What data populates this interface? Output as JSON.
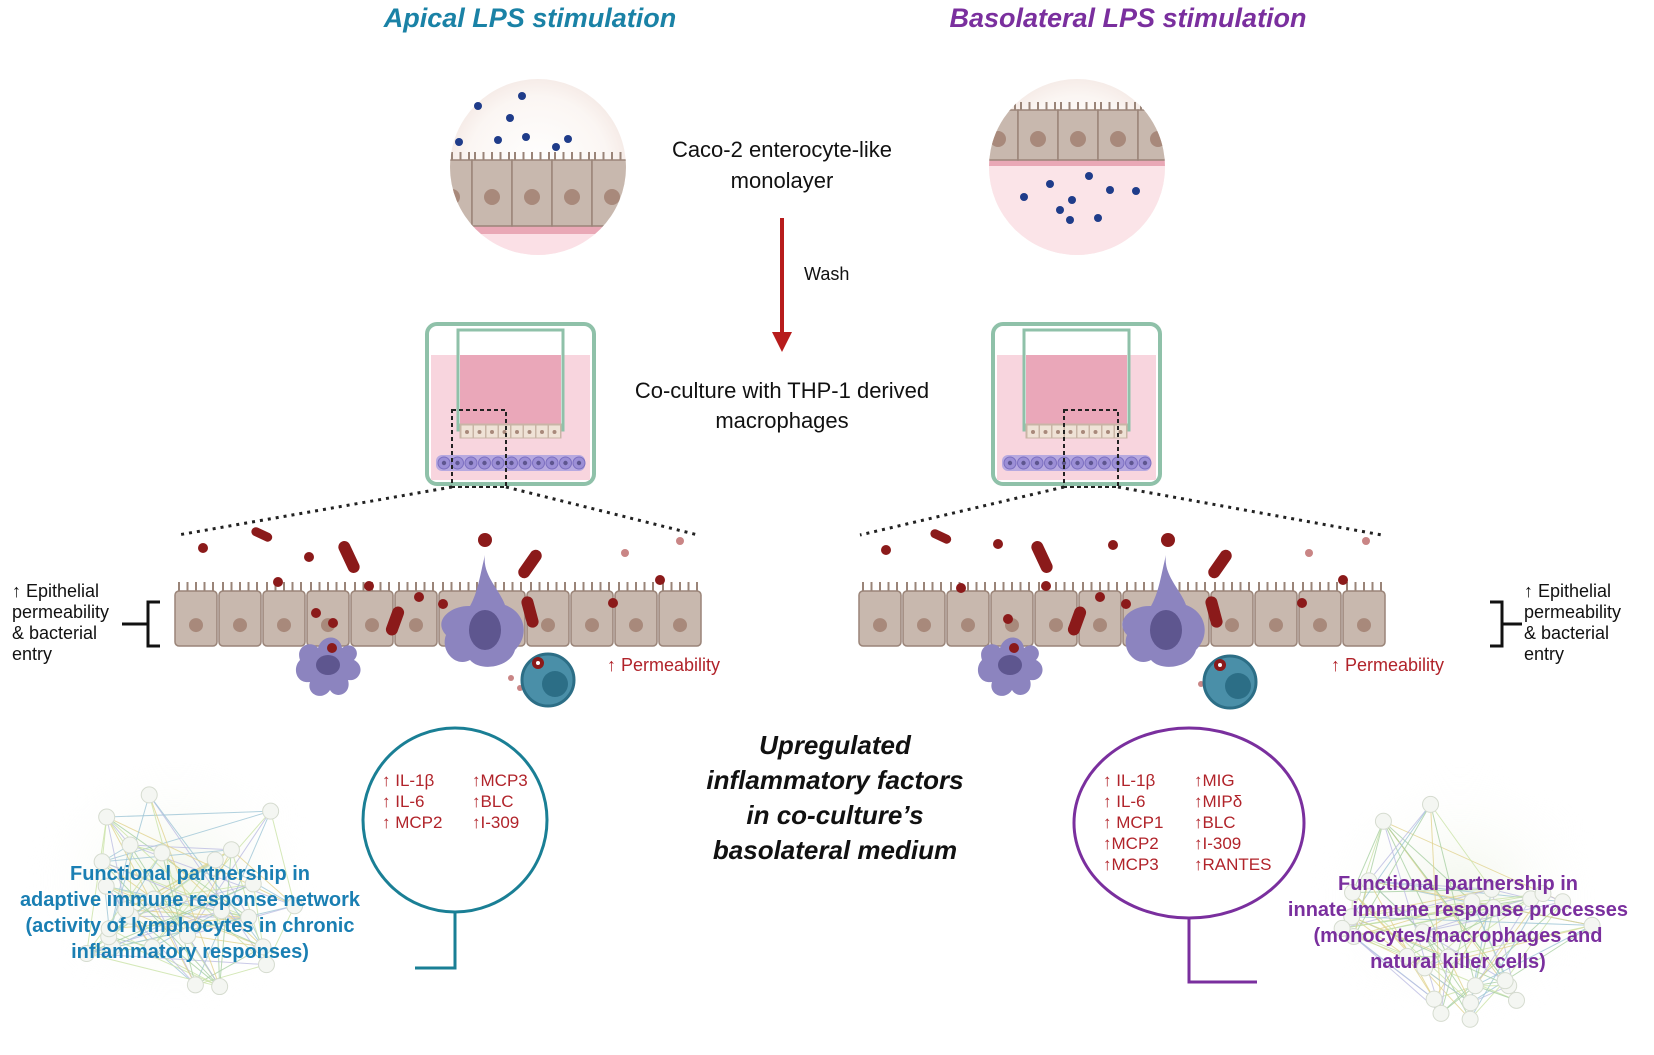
{
  "colors": {
    "apical": "#1a82a6",
    "basolateral": "#7a2f9e",
    "factor_red": "#b1232a",
    "arrow": "#b71c1c",
    "cell": "#c8b8ae",
    "cell_border": "#9a8478",
    "nucleus": "#a8897b",
    "medium": "#f2bfcc",
    "macrophage": "#8c84bf",
    "bacteria": "#8b1a1a",
    "lps": "#1f3c8a"
  },
  "left": {
    "title": "Apical LPS stimulation",
    "epithelial_note": [
      "↑ Epithelial",
      "permeability",
      "& bacterial",
      "entry"
    ],
    "permeability_label": "↑ Permeability",
    "factors_col1": [
      "↑ IL-1β",
      "↑ IL-6",
      "↑ MCP2"
    ],
    "factors_col2": [
      "↑MCP3",
      "↑BLC",
      "↑I-309"
    ],
    "partnership": [
      "Functional partnership in",
      "adaptive immune response network",
      "(activity of lymphocytes in chronic",
      "inflammatory responses)"
    ]
  },
  "right": {
    "title": "Basolateral LPS stimulation",
    "epithelial_note": [
      "↑ Epithelial",
      "permeability",
      "& bacterial",
      "entry"
    ],
    "permeability_label": "↑ Permeability",
    "factors_col1": [
      "↑ IL-1β",
      "↑ IL-6",
      "↑ MCP1",
      "↑MCP2",
      "↑MCP3"
    ],
    "factors_col2": [
      "↑MIG",
      "↑MIPδ",
      "↑BLC",
      "↑I-309",
      "↑RANTES"
    ],
    "partnership": [
      "Functional partnership in",
      "innate immune response processes",
      "(monocytes/macrophages and",
      "natural killer cells)"
    ]
  },
  "center": {
    "monolayer_label": [
      "Caco-2 enterocyte-like",
      "monolayer"
    ],
    "wash_label": "Wash",
    "coculture_label": [
      "Co-culture with THP-1 derived",
      "macrophages"
    ],
    "upregulated_label": [
      "Upregulated",
      "inflammatory factors",
      "in co-culture’s",
      "basolateral medium"
    ]
  }
}
